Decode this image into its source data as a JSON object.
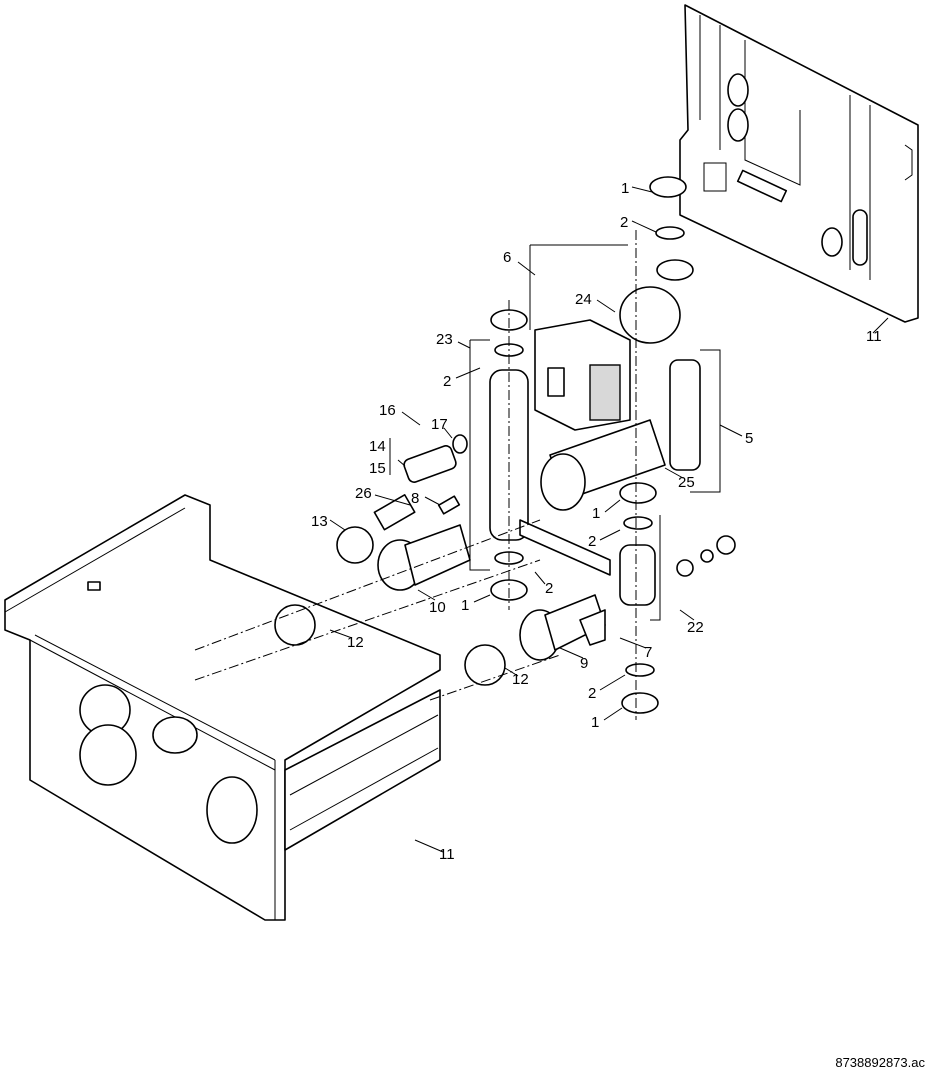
{
  "diagram": {
    "callouts": [
      "1",
      "2",
      "6",
      "24",
      "11",
      "23",
      "2",
      "16",
      "17",
      "14",
      "15",
      "5",
      "25",
      "26",
      "1",
      "8",
      "13",
      "2",
      "2",
      "1",
      "10",
      "22",
      "12",
      "7",
      "9",
      "12",
      "2",
      "1",
      "11"
    ],
    "document_id": "8738892873.ac"
  }
}
